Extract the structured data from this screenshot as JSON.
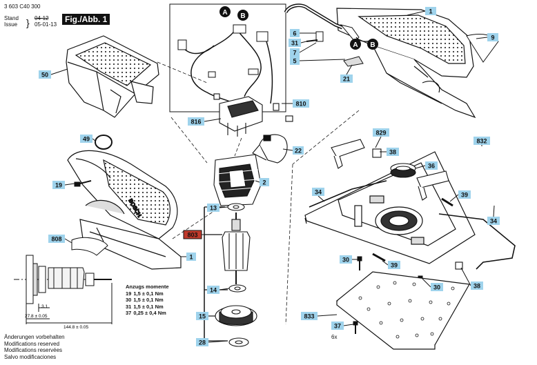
{
  "header": {
    "doc_number": "3 603 C40 300",
    "stand_label": "Stand",
    "stand_value": "04-12",
    "issue_label": "Issue",
    "issue_value": "05-01-13",
    "figure_title": "Fig./Abb. 1"
  },
  "connectors": [
    "A",
    "B",
    "A",
    "B"
  ],
  "parts": {
    "p1a": "1",
    "p9": "9",
    "p6": "6",
    "p31": "31",
    "p7": "7",
    "p5": "5",
    "p21": "21",
    "p50": "50",
    "p49": "49",
    "p19": "19",
    "p808": "808",
    "p1b": "1",
    "p810": "810",
    "p816": "816",
    "p22": "22",
    "p2": "2",
    "p13": "13",
    "p803": "803",
    "p14": "14",
    "p15": "15",
    "p28": "28",
    "p829": "829",
    "p832": "832",
    "p38a": "38",
    "p36": "36",
    "p34a": "34",
    "p39a": "39",
    "p34b": "34",
    "p30a": "30",
    "p39b": "39",
    "p30b": "30",
    "p38b": "38",
    "p833": "833",
    "p37": "37"
  },
  "quantity_note": "6x",
  "dimensions": {
    "d1": "3.1",
    "d2": "27.8 ± 0.05",
    "d3": "144.8 ± 0.05"
  },
  "torque": {
    "title_line1": "Anzugs momente",
    "rows": [
      {
        "part": "19",
        "value": "1,5 ± 0,1 Nm"
      },
      {
        "part": "30",
        "value": "1,5 ± 0,1 Nm"
      },
      {
        "part": "31",
        "value": "1,5 ± 0,1 Nm"
      },
      {
        "part": "37",
        "value": "0,25 ± 0,4 Nm"
      }
    ]
  },
  "footer": {
    "line1": "Änderungen vorbehalten",
    "line2": "Modifications reserved",
    "line3": "Modifications reservées",
    "line4": "Salvo modificaciones"
  },
  "colors": {
    "callout_fill": "#9fd3ec",
    "highlight_fill": "#c0392b",
    "line": "#111111"
  }
}
